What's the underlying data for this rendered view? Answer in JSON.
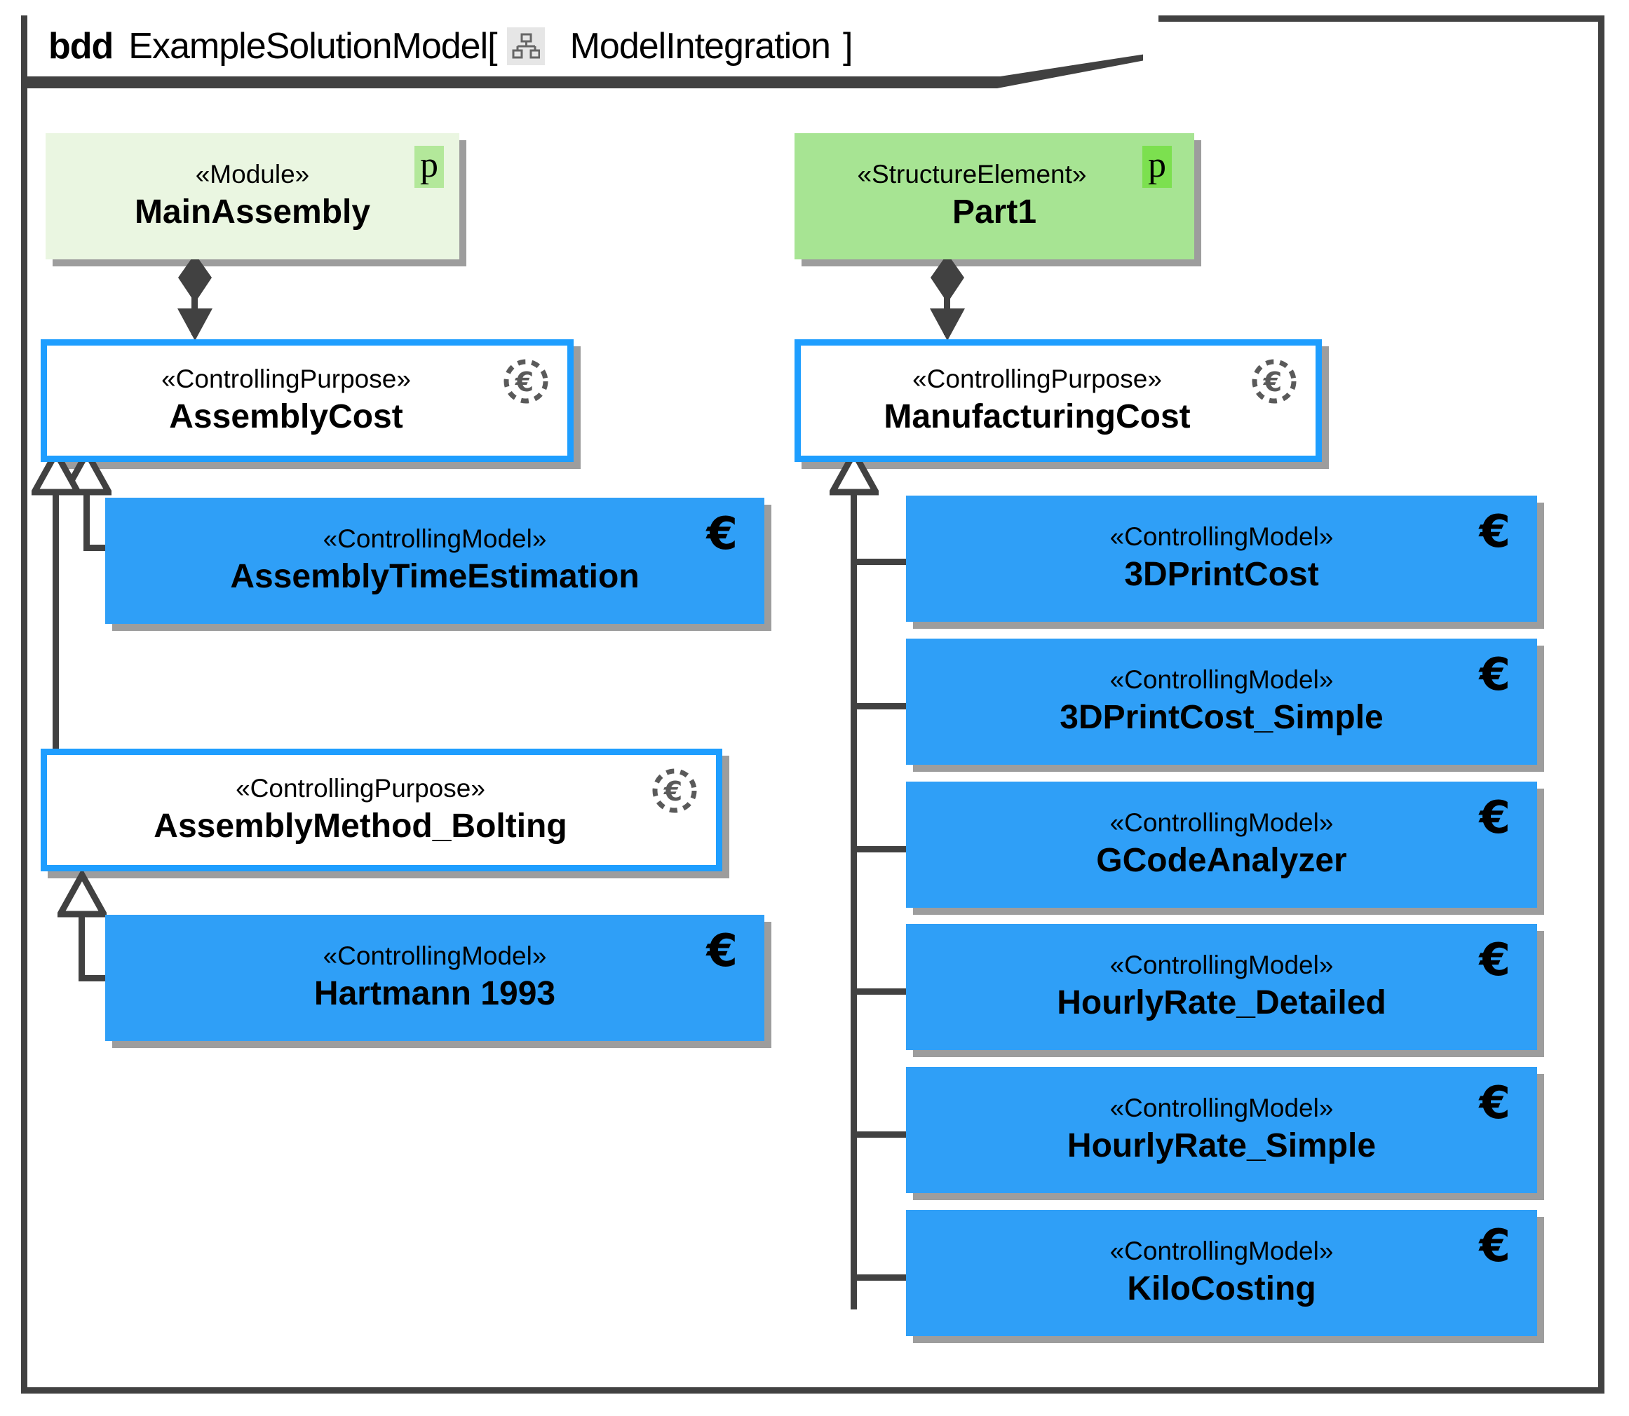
{
  "diagram": {
    "frame_kind": "bdd",
    "frame_name": "ExampleSolutionModel[",
    "frame_icon": "model-hierarchy-icon",
    "frame_scope": "ModelIntegration",
    "frame_tail": "]",
    "colors": {
      "frame_border": "#414141",
      "module_fill": "#eaf6e1",
      "structure_element_fill": "#a7e493",
      "purpose_border": "#1e9eff",
      "purpose_fill": "#ffffff",
      "model_fill": "#2f9ff7",
      "shadow": "#9d9d9d",
      "p_badge_light": "#b3e89a",
      "p_badge_bright": "#7ce04f",
      "connector": "#414141"
    }
  },
  "blocks": {
    "main_assembly": {
      "stereotype": "«Module»",
      "name": "MainAssembly",
      "badge": "p",
      "badge_icon": "parameter-badge-icon"
    },
    "part1": {
      "stereotype": "«StructureElement»",
      "name": "Part1",
      "badge": "p",
      "badge_icon": "parameter-badge-icon"
    },
    "assembly_cost": {
      "stereotype": "«ControllingPurpose»",
      "name": "AssemblyCost",
      "icon": "euro-dashed-circle-icon"
    },
    "manufacturing_cost": {
      "stereotype": "«ControllingPurpose»",
      "name": "ManufacturingCost",
      "icon": "euro-dashed-circle-icon"
    },
    "assembly_method_bolting": {
      "stereotype": "«ControllingPurpose»",
      "name": "AssemblyMethod_Bolting",
      "icon": "euro-dashed-circle-icon"
    },
    "assembly_time_estimation": {
      "stereotype": "«ControllingModel»",
      "name": "AssemblyTimeEstimation",
      "icon": "euro-icon",
      "icon_glyph": "€"
    },
    "hartmann_1993": {
      "stereotype": "«ControllingModel»",
      "name": "Hartmann 1993",
      "icon": "euro-icon",
      "icon_glyph": "€"
    },
    "print_cost": {
      "stereotype": "«ControllingModel»",
      "name": "3DPrintCost",
      "icon": "euro-icon",
      "icon_glyph": "€"
    },
    "print_cost_simple": {
      "stereotype": "«ControllingModel»",
      "name": "3DPrintCost_Simple",
      "icon": "euro-icon",
      "icon_glyph": "€"
    },
    "gcode_analyzer": {
      "stereotype": "«ControllingModel»",
      "name": "GCodeAnalyzer",
      "icon": "euro-icon",
      "icon_glyph": "€"
    },
    "hourly_rate_detailed": {
      "stereotype": "«ControllingModel»",
      "name": "HourlyRate_Detailed",
      "icon": "euro-icon",
      "icon_glyph": "€"
    },
    "hourly_rate_simple": {
      "stereotype": "«ControllingModel»",
      "name": "HourlyRate_Simple",
      "icon": "euro-icon",
      "icon_glyph": "€"
    },
    "kilo_costing": {
      "stereotype": "«ControllingModel»",
      "name": "KiloCosting",
      "icon": "euro-icon",
      "icon_glyph": "€"
    }
  },
  "relationships": [
    {
      "type": "composition",
      "from": "main_assembly",
      "to": "assembly_cost"
    },
    {
      "type": "composition",
      "from": "part1",
      "to": "manufacturing_cost"
    },
    {
      "type": "generalization",
      "from": "assembly_time_estimation",
      "to": "assembly_cost"
    },
    {
      "type": "generalization",
      "from": "assembly_method_bolting",
      "to": "assembly_cost"
    },
    {
      "type": "generalization",
      "from": "hartmann_1993",
      "to": "assembly_method_bolting"
    },
    {
      "type": "generalization",
      "from": "print_cost",
      "to": "manufacturing_cost"
    },
    {
      "type": "generalization",
      "from": "print_cost_simple",
      "to": "manufacturing_cost"
    },
    {
      "type": "generalization",
      "from": "gcode_analyzer",
      "to": "manufacturing_cost"
    },
    {
      "type": "generalization",
      "from": "hourly_rate_detailed",
      "to": "manufacturing_cost"
    },
    {
      "type": "generalization",
      "from": "hourly_rate_simple",
      "to": "manufacturing_cost"
    },
    {
      "type": "generalization",
      "from": "kilo_costing",
      "to": "manufacturing_cost"
    }
  ]
}
